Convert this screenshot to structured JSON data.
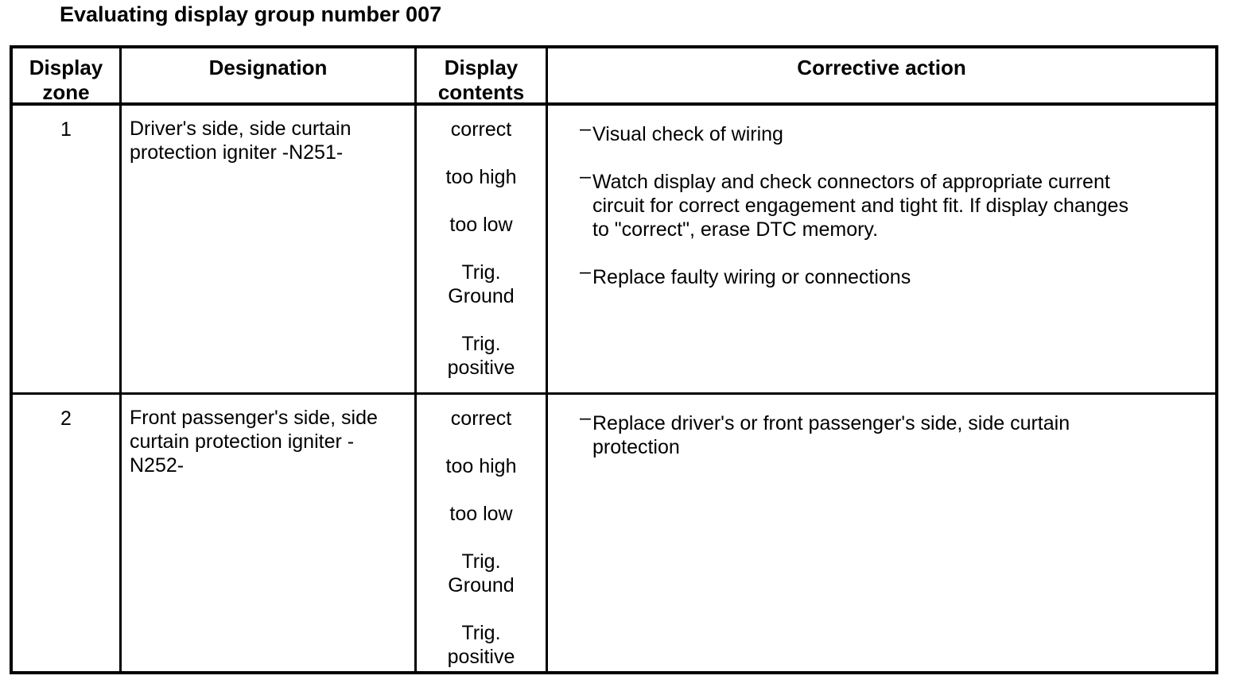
{
  "title": "Evaluating display group number 007",
  "colors": {
    "text": "#000000",
    "background": "#ffffff",
    "table_border": "#000000"
  },
  "bullet": "–",
  "table": {
    "headers": {
      "zone": "Display\nzone",
      "designation": "Designation",
      "contents": "Display\ncontents",
      "action": "Corrective action"
    },
    "rows": [
      {
        "zone": "1",
        "designation": "Driver's side, side curtain\nprotection igniter -N251-",
        "contents": [
          "correct",
          "too high",
          "too low",
          "Trig.\nGround",
          "Trig.\npositive"
        ],
        "actions": [
          "Visual check of wiring",
          "Watch display and check connectors of appropriate current\ncircuit for correct engagement and tight fit. If display changes\nto \"correct\", erase DTC memory.",
          "Replace faulty wiring or connections"
        ]
      },
      {
        "zone": "2",
        "designation": "Front passenger's side, side\ncurtain protection igniter -\nN252-",
        "contents": [
          "correct",
          "too high",
          "too low",
          "Trig.\nGround",
          "Trig.\npositive"
        ],
        "actions": [
          "Replace driver's or front passenger's side, side curtain\nprotection"
        ]
      }
    ]
  }
}
